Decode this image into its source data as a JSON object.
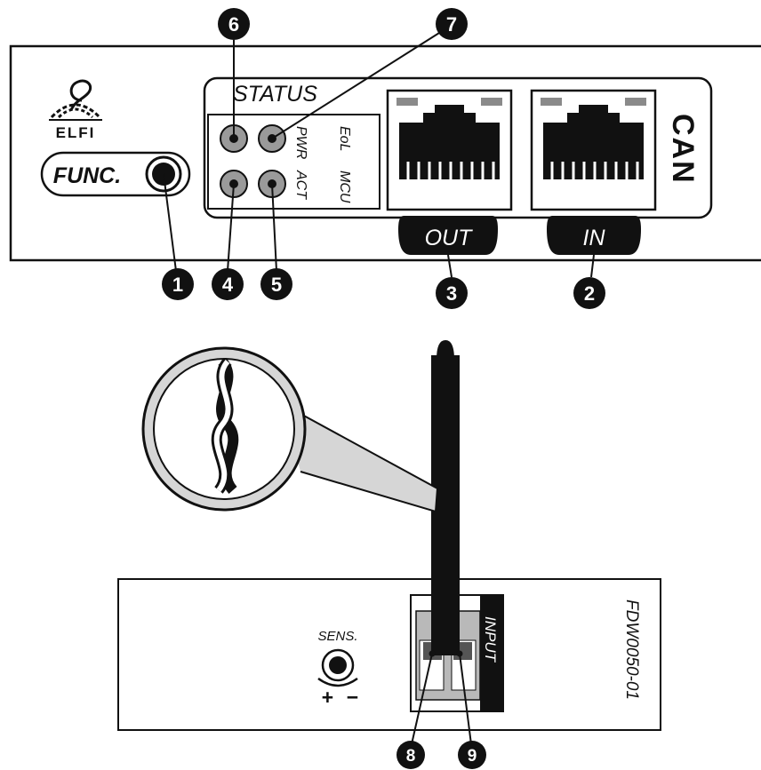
{
  "top_panel": {
    "brand_text": "ELFI",
    "func_button_label": "FUNC.",
    "status_title": "STATUS",
    "led_labels": [
      "PWR",
      "EoL",
      "ACT",
      "MCU"
    ],
    "port_out_label": "OUT",
    "port_in_label": "IN",
    "can_logo_text": "CAN"
  },
  "bottom_module": {
    "sens_label": "SENS.",
    "polarity_plus": "+",
    "polarity_minus": "−",
    "input_label": "INPUT",
    "model_code": "FDW0050-01"
  },
  "callouts": [
    "1",
    "2",
    "3",
    "4",
    "5",
    "6",
    "7",
    "8",
    "9"
  ]
}
